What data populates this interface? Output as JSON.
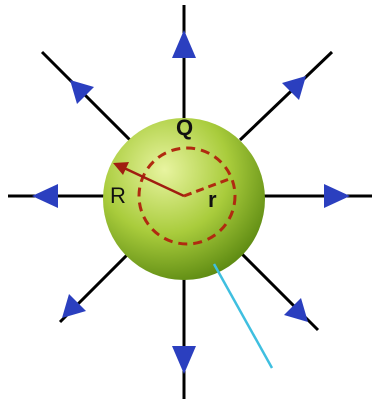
{
  "labels": {
    "charge": "Q",
    "small_radius": "r",
    "sphere_radius": "R"
  },
  "colors": {
    "field_line": "#000000",
    "arrowhead": "#2b3fbf",
    "sphere_highlight": "#e8f4a0",
    "sphere_mid": "#a9cc3c",
    "sphere_edge": "#5d8a12",
    "gaussian_surface": "#b02a10",
    "radius_arrow": "#a01c10",
    "pointer_line": "#3fbfe0",
    "label_text": "#111111"
  },
  "field_lines": {
    "count": 8,
    "direction": "outward",
    "arrowhead_shape": "triangle"
  },
  "gaussian_surface_style": "dashed"
}
